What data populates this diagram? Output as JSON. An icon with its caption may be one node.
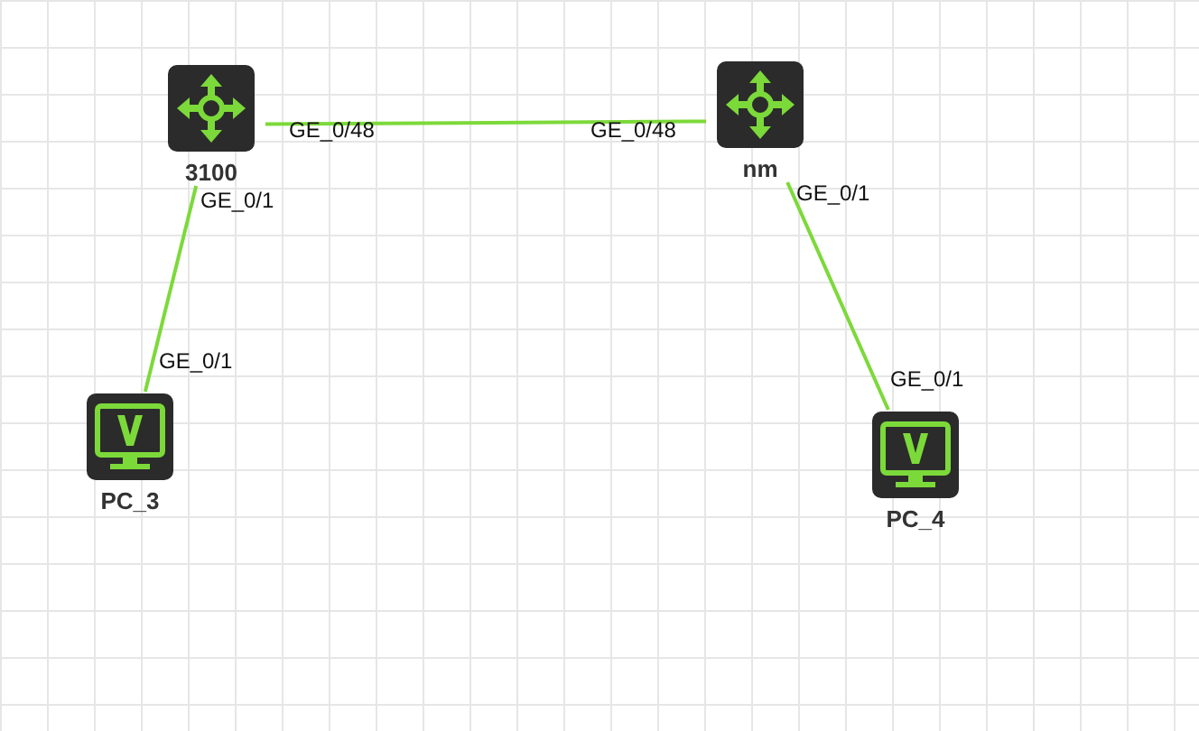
{
  "diagram": {
    "nodes": [
      {
        "text": [
          "3100"
        ]
      },
      {
        "text": [
          "nm"
        ]
      },
      {
        "text": [
          "PC_3"
        ]
      },
      {
        "text": [
          "PC_4"
        ]
      }
    ],
    "edges": [
      {
        "from": 0,
        "to": 1,
        "arrow": "none"
      },
      {
        "from": 0,
        "to": 2,
        "arrow": "none"
      },
      {
        "from": 1,
        "to": 3,
        "arrow": "none"
      }
    ],
    "labels": [
      "GE_0/48",
      "GE_0/48",
      "GE_0/1",
      "GE_0/1",
      "GE_0/1",
      "GE_0/1"
    ]
  }
}
